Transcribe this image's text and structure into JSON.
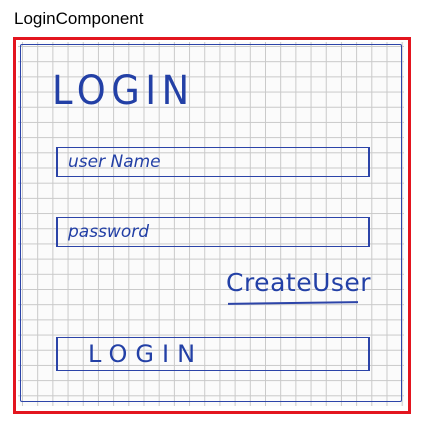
{
  "component": {
    "name": "LoginComponent"
  },
  "login_form": {
    "title": "LOGIN",
    "username": {
      "placeholder": "user Name",
      "value": ""
    },
    "password": {
      "placeholder": "password",
      "value": ""
    },
    "create_user_link": "CreateUser",
    "login_button": "LOGIN"
  },
  "colors": {
    "frame_border": "#e3151f",
    "sketch_ink": "#2340a6",
    "grid_line": "#c9c9c9",
    "label_text": "#000000"
  }
}
